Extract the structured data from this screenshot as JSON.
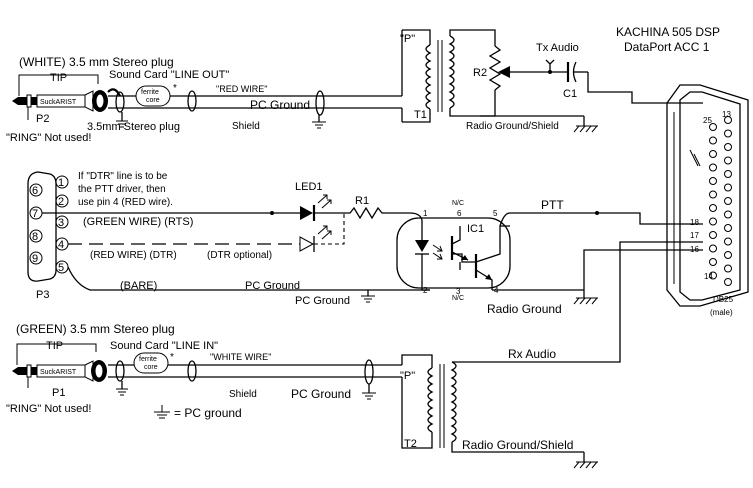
{
  "title": {
    "line1": "KACHINA 505 DSP",
    "line2": "DataPort  ACC 1"
  },
  "top_plug": {
    "heading": "(WHITE) 3.5 mm Stereo plug",
    "tip": "TIP",
    "sound_card": "Sound Card \"LINE OUT\"",
    "wire": "\"RED WIRE\"",
    "ferrite_l1": "ferrite",
    "ferrite_l2": "core",
    "asterisk": "*",
    "plug_body": "SuckARIST",
    "connector": "P2",
    "ring": "\"RING\" Not used!",
    "sub": "3.5mm Stereo plug",
    "shield": "Shield",
    "pc_ground": "PC Ground"
  },
  "tx": {
    "p_label": "\"P\"",
    "transformer": "T1",
    "pot": "R2",
    "cap": "C1",
    "audio": "Tx Audio",
    "radio_ground": "Radio Ground/Shield"
  },
  "db9": {
    "pins": [
      "6",
      "1",
      "7",
      "2",
      "8",
      "3",
      "9",
      "4",
      "5"
    ],
    "label": "P3",
    "note_l1": "If \"DTR\" line is to be",
    "note_l2": "the PTT driver, then",
    "note_l3": "use pin 4 (RED wire).",
    "green": "(GREEN WIRE) (RTS)",
    "red": "(RED WIRE) (DTR)",
    "dtr_opt": "(DTR optional)",
    "bare": "(BARE)",
    "pc_ground1": "PC Ground",
    "pc_ground2": "PC Ground"
  },
  "ptt": {
    "led": "LED1",
    "resistor": "R1",
    "ic": "IC1",
    "nc_top": "N/C",
    "nc_bottom": "N/C",
    "pin1": "1",
    "pin2": "2",
    "pin3": "3",
    "pin4": "4",
    "pin5": "5",
    "pin6": "6",
    "line": "PTT",
    "radio_ground": "Radio Ground"
  },
  "bottom_plug": {
    "heading": "(GREEN) 3.5 mm Stereo plug",
    "tip": "TIP",
    "sound_card": "Sound Card \"LINE IN\"",
    "wire": "\"WHITE WIRE\"",
    "ferrite_l1": "ferrite",
    "ferrite_l2": "core",
    "asterisk": "*",
    "plug_body": "SuckARIST",
    "connector": "P1",
    "ring": "\"RING\" Not used!",
    "shield": "Shield",
    "pc_ground": "PC Ground",
    "legend": "= PC ground"
  },
  "rx": {
    "p_label": "\"P\"",
    "transformer": "T2",
    "audio": "Rx Audio",
    "radio_ground": "Radio Ground/Shield"
  },
  "db25": {
    "pin_top": "13",
    "pin_first": "25",
    "pin18": "18",
    "pin17": "17",
    "pin16": "16",
    "pin14": "14",
    "label_l1": "DB25",
    "label_l2": "(male)"
  }
}
